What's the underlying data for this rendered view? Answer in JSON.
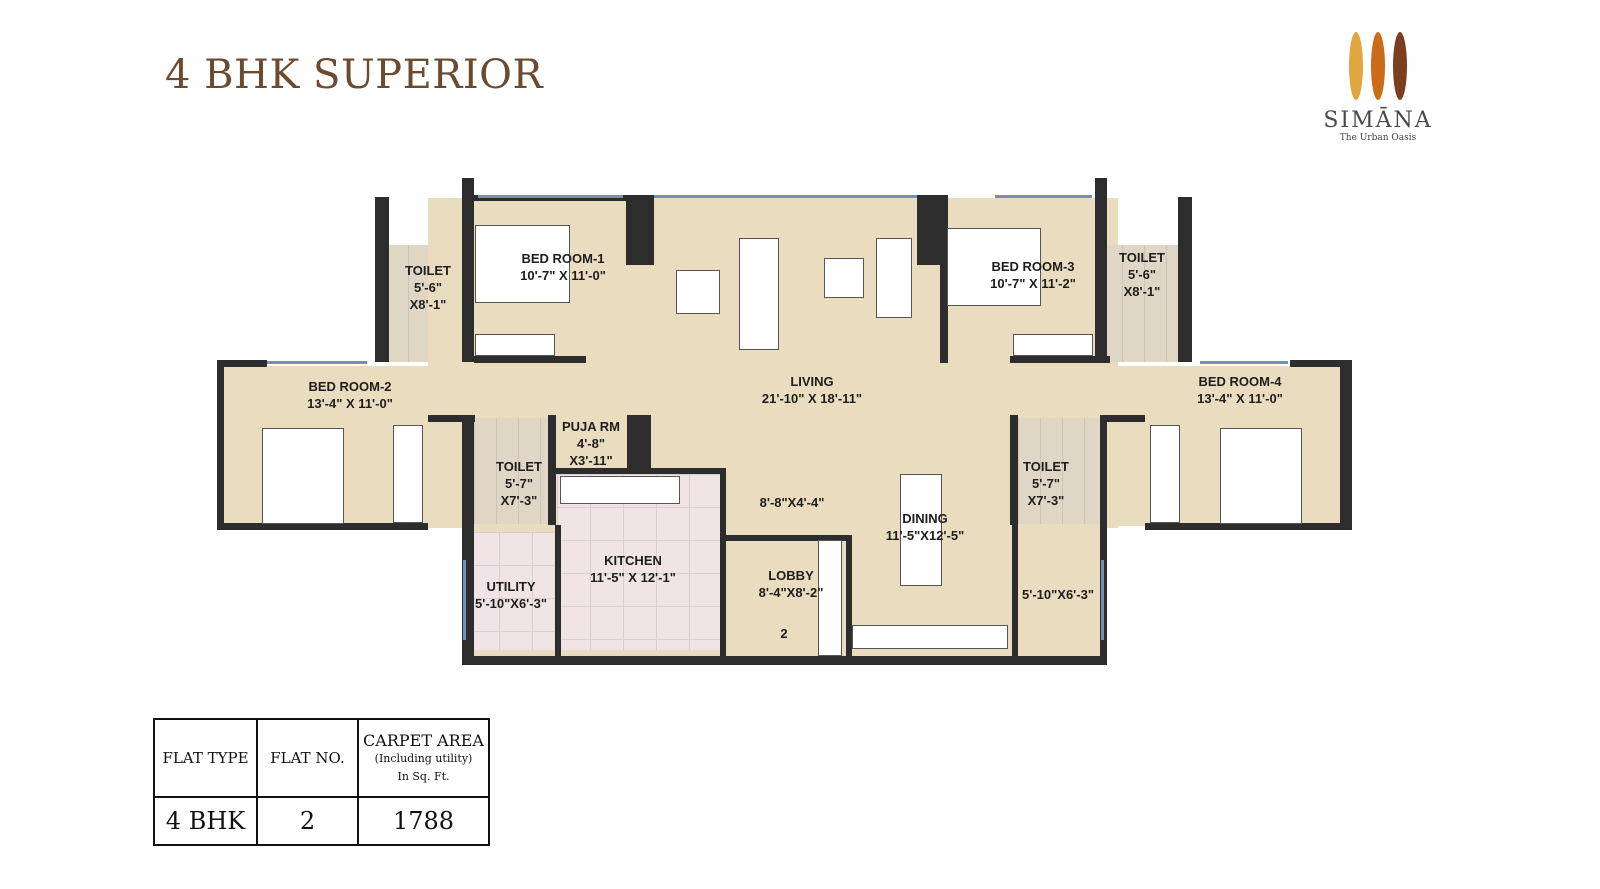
{
  "title": "4 BHK SUPERIOR",
  "logo": {
    "brand": "SIMĀNA",
    "tagline": "The Urban Oasis",
    "colors": [
      "#e0a640",
      "#cc6b1a",
      "#7b3e1e"
    ]
  },
  "rooms": {
    "toilet_tl": {
      "name": "TOILET",
      "dim1": "5'-6\"",
      "dim2": "X8'-1\""
    },
    "bed1": {
      "name": "BED ROOM-1",
      "dim": "10'-7\" X 11'-0\""
    },
    "bed2": {
      "name": "BED ROOM-2",
      "dim": "13'-4\" X 11'-0\""
    },
    "living": {
      "name": "LIVING",
      "dim": "21'-10\" X 18'-11\""
    },
    "bed3": {
      "name": "BED ROOM-3",
      "dim": "10'-7\" X 11'-2\""
    },
    "toilet_tr": {
      "name": "TOILET",
      "dim1": "5'-6\"",
      "dim2": "X8'-1\""
    },
    "bed4": {
      "name": "BED ROOM-4",
      "dim": "13'-4\" X 11'-0\""
    },
    "puja": {
      "name": "PUJA RM",
      "dim1": "4'-8\"",
      "dim2": "X3'-11\""
    },
    "toilet_bl": {
      "name": "TOILET",
      "dim1": "5'-7\"",
      "dim2": "X7'-3\""
    },
    "toilet_br": {
      "name": "TOILET",
      "dim1": "5'-7\"",
      "dim2": "X7'-3\""
    },
    "passage": {
      "dim": "8'-8\"X4'-4\""
    },
    "dining": {
      "name": "DINING",
      "dim": "11'-5\"X12'-5\""
    },
    "kitchen": {
      "name": "KITCHEN",
      "dim": "11'-5\" X 12'-1\""
    },
    "utility": {
      "name": "UTILITY",
      "dim": "5'-10\"X6'-3\""
    },
    "utility_r": {
      "dim": "5'-10\"X6'-3\""
    },
    "lobby": {
      "name": "LOBBY",
      "dim": "8'-4\"X8'-2\"",
      "flat_no": "2"
    }
  },
  "table": {
    "headers": [
      "FLAT TYPE",
      "FLAT NO.",
      "CARPET AREA"
    ],
    "carpet_sub1": "(Including utility)",
    "carpet_sub2": "In Sq. Ft.",
    "row": [
      "4 BHK",
      "2",
      "1788"
    ]
  },
  "colors": {
    "title": "#6b4a2f",
    "floor": "#eadcbf",
    "wall": "#2d2d2d",
    "window": "#6f93b8"
  }
}
